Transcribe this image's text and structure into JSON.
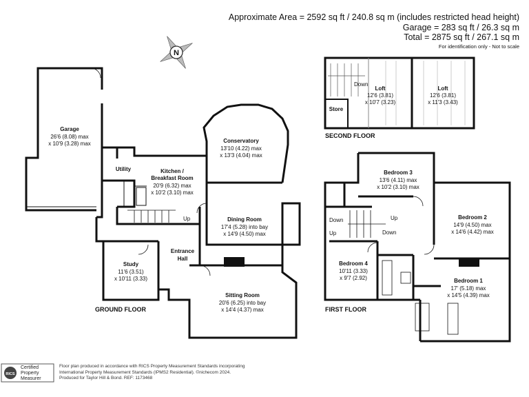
{
  "header": {
    "area_line": "Approximate Area = 2592 sq ft / 240.8 sq m (includes restricted head height)",
    "garage_line": "Garage = 283 sq ft / 26.3 sq m",
    "total_line": "Total = 2875 sq ft / 267.1 sq m",
    "note": "For identification only - Not to scale"
  },
  "compass": {
    "label": "N",
    "icon": "compass-icon"
  },
  "floors": {
    "ground": {
      "title": "GROUND FLOOR",
      "rooms": {
        "garage": {
          "name": "Garage",
          "dim1": "26'6 (8.08) max",
          "dim2": "x 10'9 (3.28) max"
        },
        "conservatory": {
          "name": "Conservatory",
          "dim1": "13'10 (4.22) max",
          "dim2": "x 13'3 (4.04) max"
        },
        "utility": {
          "name": "Utility"
        },
        "kitchen": {
          "name": "Kitchen /",
          "name2": "Breakfast Room",
          "dim1": "20'9 (6.32) max",
          "dim2": "x 10'2 (3.10) max"
        },
        "dining": {
          "name": "Dining Room",
          "dim1": "17'4 (5.28) into bay",
          "dim2": "x 14'9 (4.50) max"
        },
        "study": {
          "name": "Study",
          "dim1": "11'6 (3.51)",
          "dim2": "x 10'11 (3.33)"
        },
        "hall": {
          "name": "Entrance",
          "name2": "Hall"
        },
        "sitting": {
          "name": "Sitting Room",
          "dim1": "20'6 (6.25) into bay",
          "dim2": "x 14'4 (4.37) max"
        }
      },
      "stairs_label": "Up"
    },
    "first": {
      "title": "FIRST FLOOR",
      "rooms": {
        "bed3": {
          "name": "Bedroom 3",
          "dim1": "13'6 (4.11) max",
          "dim2": "x 10'2 (3.10) max"
        },
        "bed2": {
          "name": "Bedroom 2",
          "dim1": "14'9 (4.50) max",
          "dim2": "x 14'6 (4.42) max"
        },
        "bed4": {
          "name": "Bedroom 4",
          "dim1": "10'11 (3.33)",
          "dim2": "x 9'7 (2.92)"
        },
        "bed1": {
          "name": "Bedroom 1",
          "dim1": "17' (5.18) max",
          "dim2": "x 14'5 (4.39) max"
        }
      },
      "stair_labels": {
        "down_left": "Down",
        "up_left": "Up",
        "up_mid": "Up",
        "down_mid": "Down"
      }
    },
    "second": {
      "title": "SECOND FLOOR",
      "rooms": {
        "loft1": {
          "name": "Loft",
          "dim1": "12'6 (3.81)",
          "dim2": "x 10'7 (3.23)"
        },
        "loft2": {
          "name": "Loft",
          "dim1": "12'6 (3.81)",
          "dim2": "x 11'3 (3.43)"
        },
        "store": {
          "name": "Store"
        }
      },
      "stairs_label": "Down"
    }
  },
  "footer": {
    "badge_line1": "Certified",
    "badge_line2": "Property",
    "badge_line3": "Measurer",
    "badge_logo": "RICS",
    "line1": "Floor plan produced in accordance with RICS Property Measurement Standards incorporating",
    "line2": "International Property Measurement Standards (IPMS2 Residential). ©nichecom 2024.",
    "line3": "Produced for Taylor Hill & Bond.  REF: 1173468"
  },
  "colors": {
    "wall": "#111111",
    "light_wall": "#888888",
    "shade": "#dddddd"
  }
}
